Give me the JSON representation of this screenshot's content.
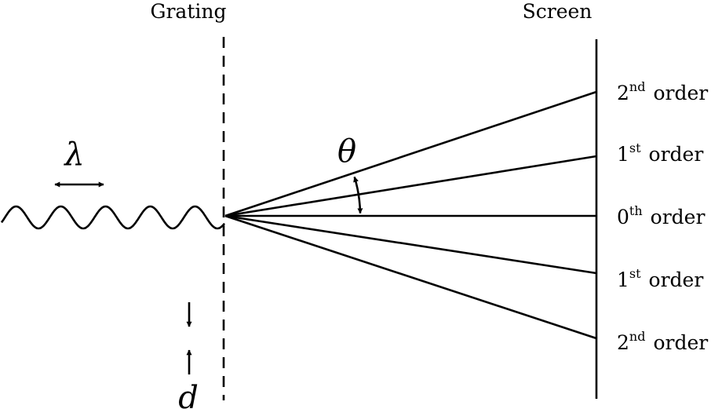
{
  "labels": {
    "grating": "Grating",
    "screen": "Screen",
    "wavelength_symbol": "λ",
    "angle_symbol": "θ",
    "spacing_symbol": "d"
  },
  "orders": [
    {
      "number": "2",
      "suffix": "nd",
      "word": "order"
    },
    {
      "number": "1",
      "suffix": "st",
      "word": "order"
    },
    {
      "number": "0",
      "suffix": "th",
      "word": "order"
    },
    {
      "number": "1",
      "suffix": "st",
      "word": "order"
    },
    {
      "number": "2",
      "suffix": "nd",
      "word": "order"
    }
  ],
  "colors": {
    "ink": "#000000",
    "background": "#ffffff"
  }
}
